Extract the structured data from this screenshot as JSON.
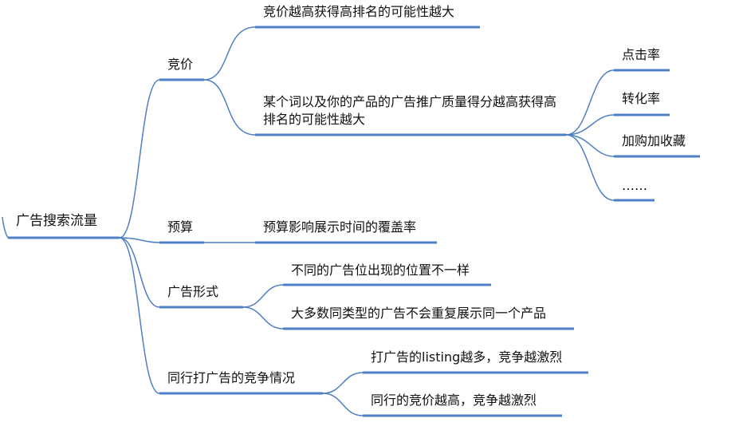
{
  "mindmap": {
    "root": {
      "label": "广告搜索流量"
    },
    "nodes": {
      "bid": {
        "label": "竞价",
        "children": [
          "竞价越高获得高排名的可能性越大",
          "某个词以及你的产品的广告推广质量得分越高获得高排名的可能性越大"
        ],
        "quality_factors": [
          "点击率",
          "转化率",
          "加购加收藏",
          "……"
        ]
      },
      "budget": {
        "label": "预算",
        "children": [
          "预算影响展示时间的覆盖率"
        ]
      },
      "format": {
        "label": "广告形式",
        "children": [
          "不同的广告位出现的位置不一样",
          "大多数同类型的广告不会重复展示同一个产品"
        ]
      },
      "competition": {
        "label": "同行打广告的竞争情况",
        "children": [
          "打广告的listing越多，竞争越激烈",
          "同行的竞价越高，竞争越激烈"
        ]
      }
    },
    "line_color": "#4F7FC4"
  }
}
